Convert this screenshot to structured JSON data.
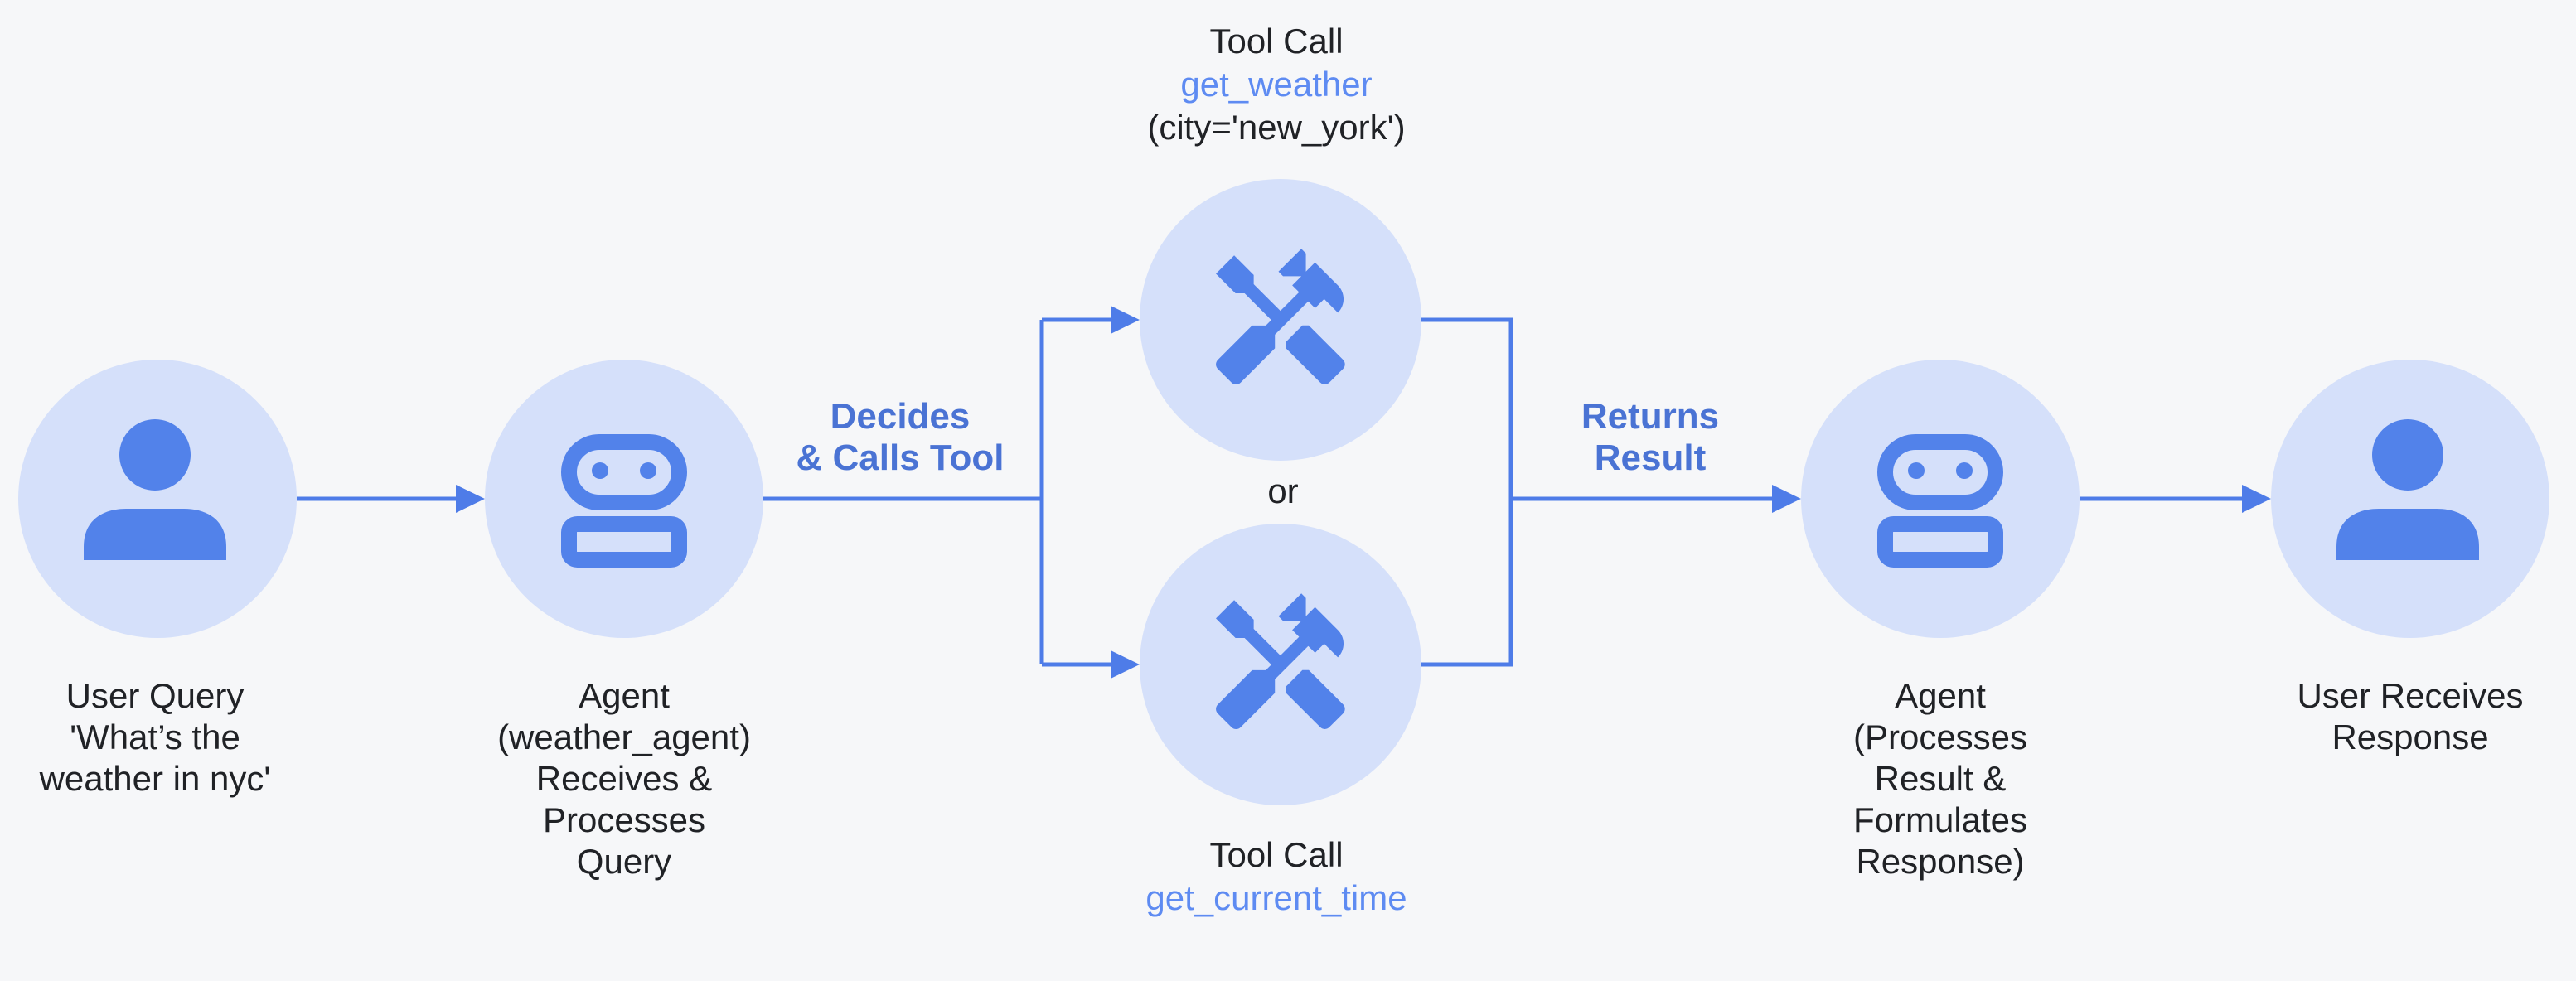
{
  "palette": {
    "background": "#F6F7F9",
    "circle_fill": "#D5E0FA",
    "icon_blue": "#5282EA",
    "arrow_blue": "#4E7CE8",
    "label_blue": "#4A73D4",
    "link_blue": "#5E8BF2",
    "text_dark": "#202226"
  },
  "nodes": {
    "user_query": {
      "icon": "person-icon",
      "lines": [
        "User Query",
        "'What’s the",
        "weather in nyc'"
      ]
    },
    "agent_receive": {
      "icon": "robot-icon",
      "lines": [
        "Agent",
        "(weather_agent)",
        "Receives &",
        "Processes",
        "Query"
      ]
    },
    "tool_weather": {
      "icon": "handyman-icon",
      "title": "Tool Call",
      "name": "get_weather",
      "args": "(city='new_york')"
    },
    "tool_time": {
      "icon": "handyman-icon",
      "title": "Tool Call",
      "name": "get_current_time"
    },
    "agent_respond": {
      "icon": "robot-icon",
      "lines": [
        "Agent",
        "(Processes",
        "Result &",
        "Formulates",
        "Response)"
      ]
    },
    "user_response": {
      "icon": "person-icon",
      "lines": [
        "User Receives",
        "Response"
      ]
    }
  },
  "edges": {
    "decides": {
      "lines": [
        "Decides",
        "& Calls Tool"
      ]
    },
    "returns": {
      "lines": [
        "Returns",
        "Result"
      ]
    },
    "or_label": "or"
  }
}
